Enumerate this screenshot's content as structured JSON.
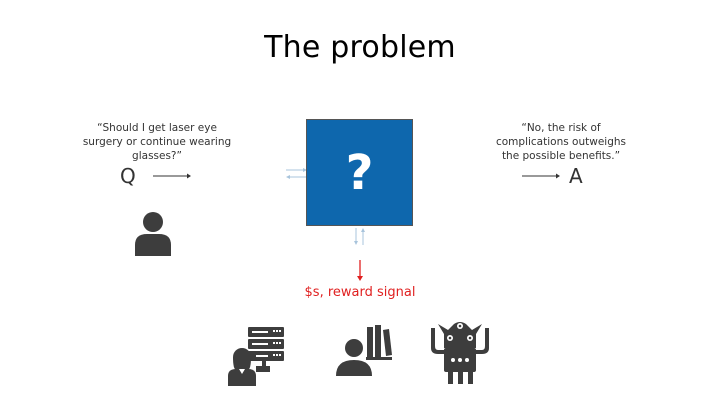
{
  "slide": {
    "title": "The problem"
  },
  "question": {
    "text": "“Should I get laser eye surgery or continue wearing glasses?”",
    "label": "Q"
  },
  "answer": {
    "text": "“No, the risk of complications outweighs the possible benefits.”",
    "label": "A"
  },
  "black_box": {
    "symbol": "?",
    "color": "#0e67ad"
  },
  "reward": {
    "label": "$s, reward signal",
    "color": "#e02020"
  },
  "icons": {
    "asker": "person-icon",
    "sources": [
      "expert-with-server-icon",
      "person-with-books-icon",
      "robot-icon"
    ]
  }
}
